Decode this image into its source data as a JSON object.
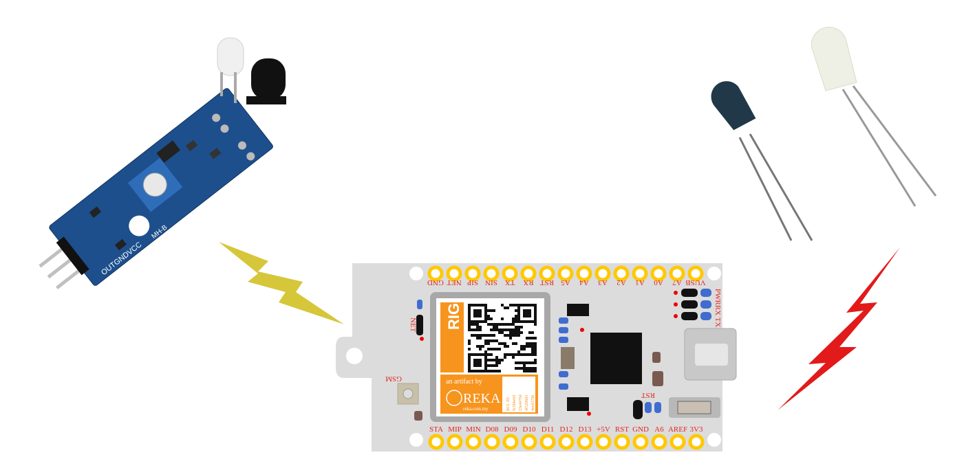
{
  "board": {
    "top_pins": [
      "GND",
      "NET",
      "SIP",
      "SIN",
      "TX",
      "RX",
      "RST",
      "A5",
      "A4",
      "A3",
      "A2",
      "A1",
      "A0",
      "A7",
      "VUSB"
    ],
    "bottom_pins": [
      "STA",
      "MIP",
      "MIN",
      "D08",
      "D09",
      "D10",
      "D11",
      "D12",
      "D13",
      "+5V",
      "RST",
      "GND",
      "A6",
      "AREF",
      "3V3"
    ],
    "side_label": "PWRRX TX",
    "net_label": "NET",
    "gsm_label": "GSM",
    "rst_label": "RST",
    "logo_text": "RIG",
    "artifact_text": "an artifact by",
    "brand": "REKA",
    "brand_url": "reka.com.my",
    "rcl_id": [
      "RCL ID:",
      "9c5bbeb9",
      "23e4470d",
      "4f5208d3",
      "4eed3796"
    ],
    "colors": {
      "pin": "#ffc800",
      "label": "#e3261f",
      "pcb": "#dcdcdc",
      "brand": "#f7941d"
    }
  },
  "sensor_module": {
    "pin_label": "OUTGNDVCC",
    "model": "MH-B",
    "pcb_color": "#1d4f8c"
  },
  "bolts": {
    "left_color": "#d6c63a",
    "right_color": "#e21a1a"
  }
}
